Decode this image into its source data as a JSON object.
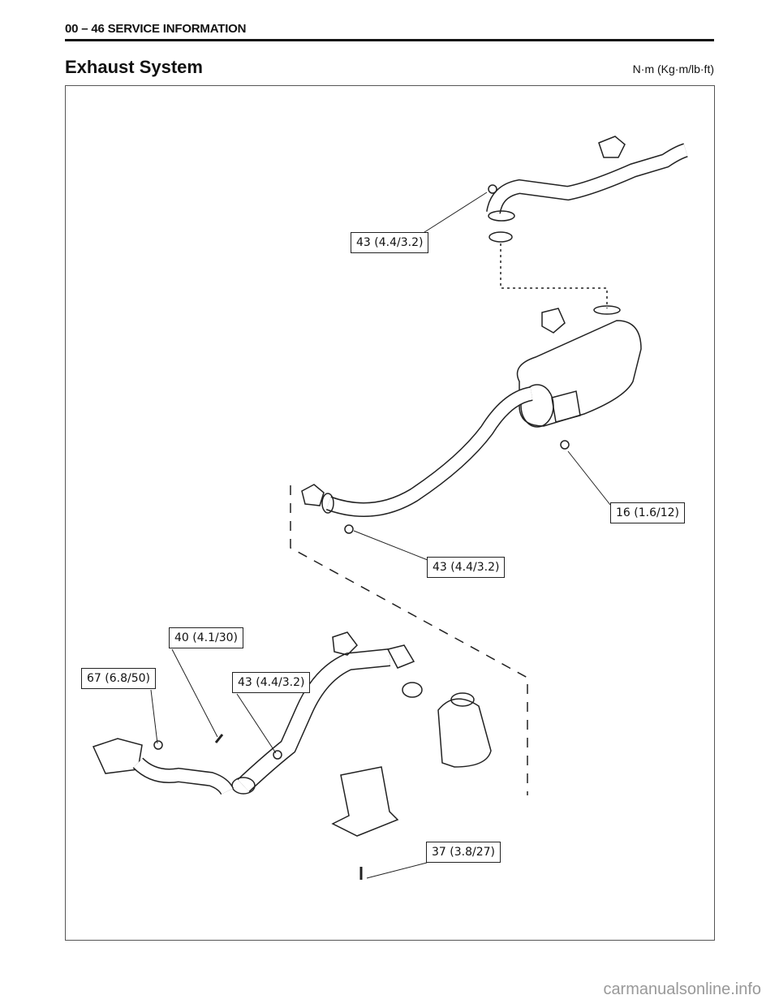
{
  "header": {
    "section": "00 – 46 SERVICE INFORMATION"
  },
  "page": {
    "title": "Exhaust System",
    "units": "N·m (Kg·m/lb·ft)"
  },
  "torque_labels": [
    {
      "id": "rear-pipe-nut",
      "text": "43 (4.4/3.2)"
    },
    {
      "id": "muffler-hanger-nut",
      "text": "16 (1.6/12)"
    },
    {
      "id": "front-pipe-nut",
      "text": "43 (4.4/3.2)"
    },
    {
      "id": "manifold-bolt",
      "text": "40 (4.1/30)"
    },
    {
      "id": "manifold-nut",
      "text": "67 (6.8/50)"
    },
    {
      "id": "flex-pipe-nut",
      "text": "43 (4.4/3.2)"
    },
    {
      "id": "bracket-bolt",
      "text": "37 (3.8/27)"
    }
  ],
  "watermark": "carmanualsonline.info"
}
